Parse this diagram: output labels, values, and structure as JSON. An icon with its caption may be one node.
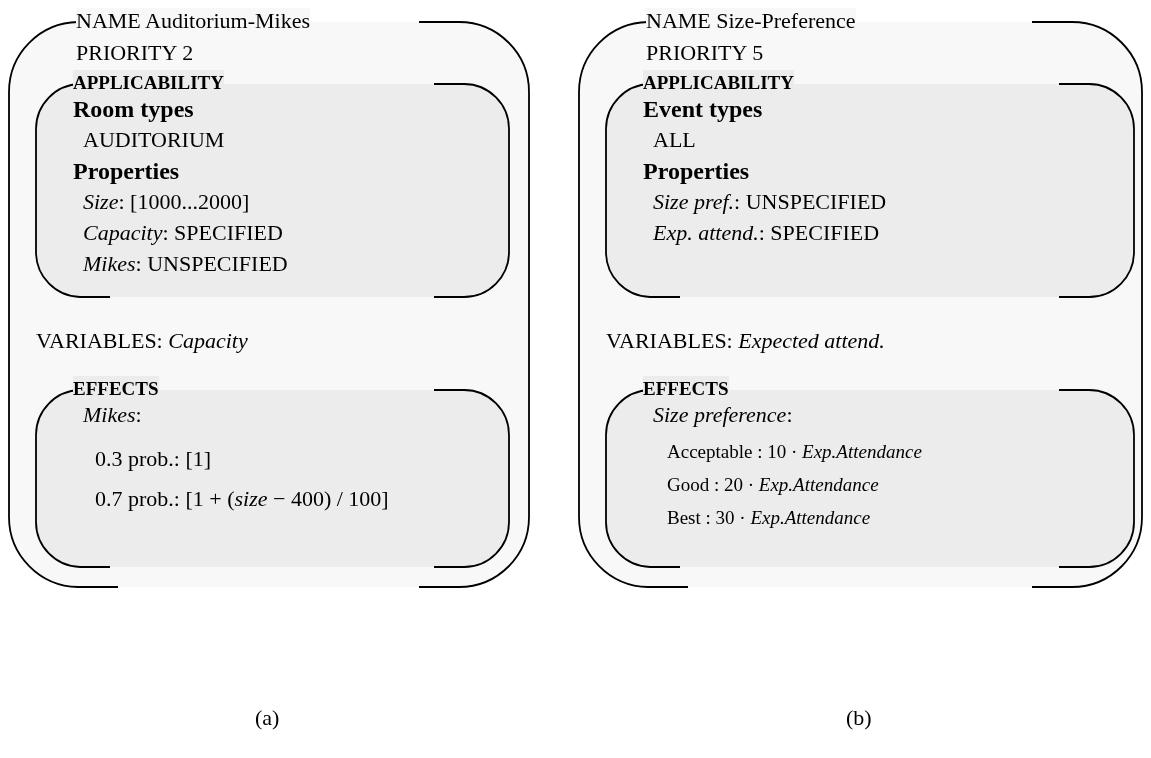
{
  "diagram": {
    "nodes": [
      {
        "text": [
          "NAME Auditorium-Mikes",
          "PRIORITY 2",
          "VARIABLES: *Capacity*"
        ]
      },
      {
        "text": [
          "APPLICABILITY",
          "Room types",
          "AUDITORIUM",
          "Properties",
          "*Size*: [1000...2000]",
          "*Capacity*: SPECIFIED",
          "*Mikes*: UNSPECIFIED"
        ],
        "in": 0
      },
      {
        "text": [
          "EFFECTS",
          "*Mikes*:",
          "0.3 prob.: [1]",
          "0.7 prob.: [1 + (*size* − 400) / 100]"
        ],
        "in": 0
      },
      {
        "text": [
          "NAME Size-Preference",
          "PRIORITY 5",
          "VARIABLES: *Expected attend.*"
        ]
      },
      {
        "text": [
          "APPLICABILITY",
          "Event types",
          "ALL",
          "Properties",
          "*Size pref.*: UNSPECIFIED",
          "*Exp. attend.*: SPECIFIED"
        ],
        "in": 3
      },
      {
        "text": [
          "EFFECTS",
          "*Size preference*:",
          "Acceptable : 10 · *Exp.Attendance*",
          "Good : 20 · *Exp.Attendance*",
          "Best : 30 · *Exp.Attendance*"
        ],
        "in": 3
      }
    ],
    "labels": [
      "(a)",
      "(b)"
    ]
  }
}
